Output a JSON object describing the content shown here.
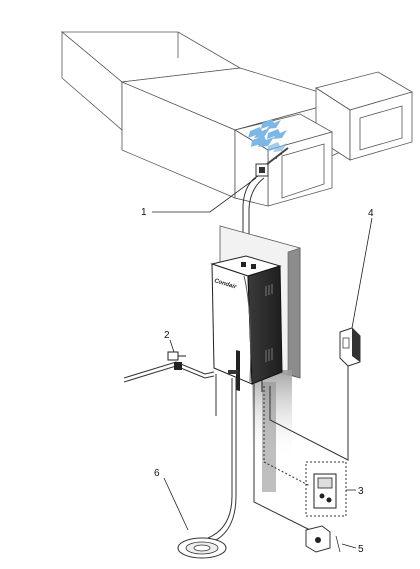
{
  "brand_text": "Condair",
  "callouts": [
    {
      "id": "1",
      "label": "1"
    },
    {
      "id": "2",
      "label": "2"
    },
    {
      "id": "3",
      "label": "3"
    },
    {
      "id": "4",
      "label": "4"
    },
    {
      "id": "5",
      "label": "5"
    },
    {
      "id": "6",
      "label": "6"
    }
  ],
  "colors": {
    "line": "#333333",
    "light_line": "#777777",
    "airflow": "#7eb6e6",
    "wall_dark": "#7a7a7a",
    "unit_dark": "#2b2b2b"
  }
}
